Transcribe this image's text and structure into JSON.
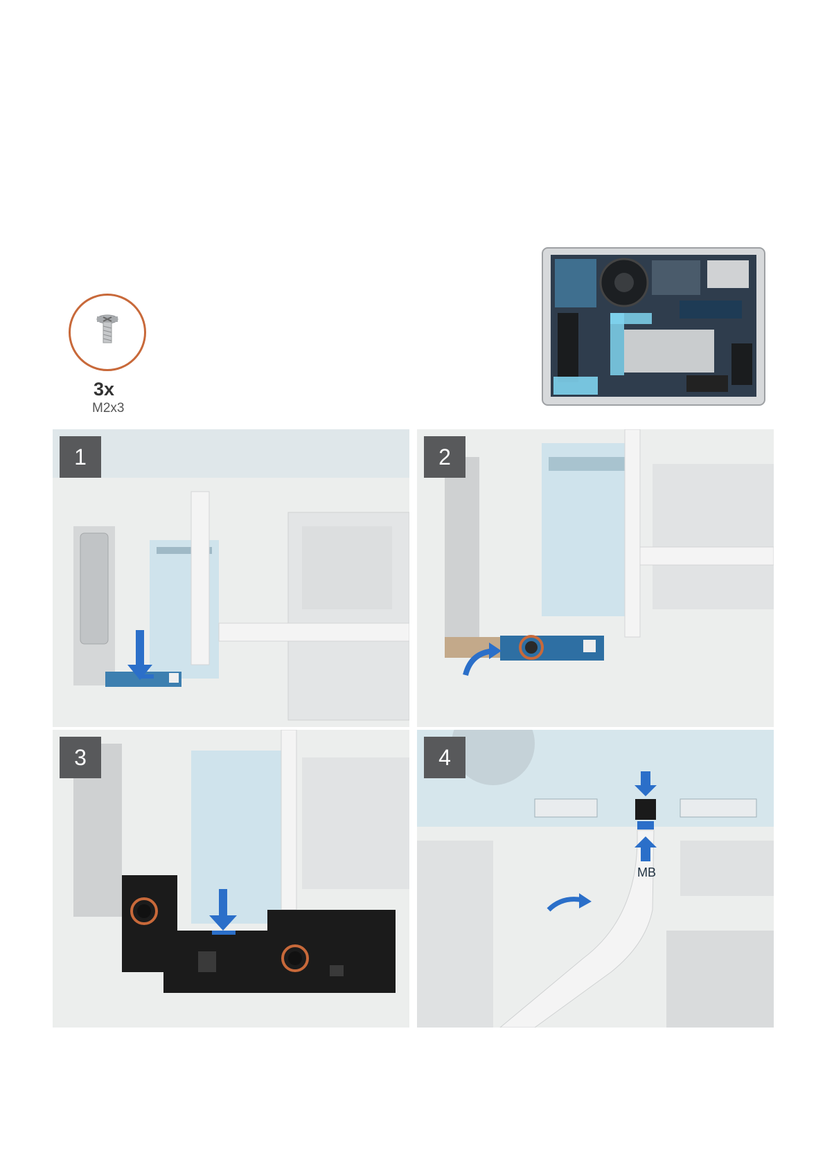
{
  "screw": {
    "quantity": "3x",
    "size": "M2x3"
  },
  "steps": [
    {
      "number": "1"
    },
    {
      "number": "2"
    },
    {
      "number": "3"
    },
    {
      "number": "4",
      "connector_label": "MB"
    }
  ],
  "colors": {
    "accent_blue": "#2b6fc9",
    "screw_ring": "#c8693a",
    "badge": "#58595b"
  }
}
